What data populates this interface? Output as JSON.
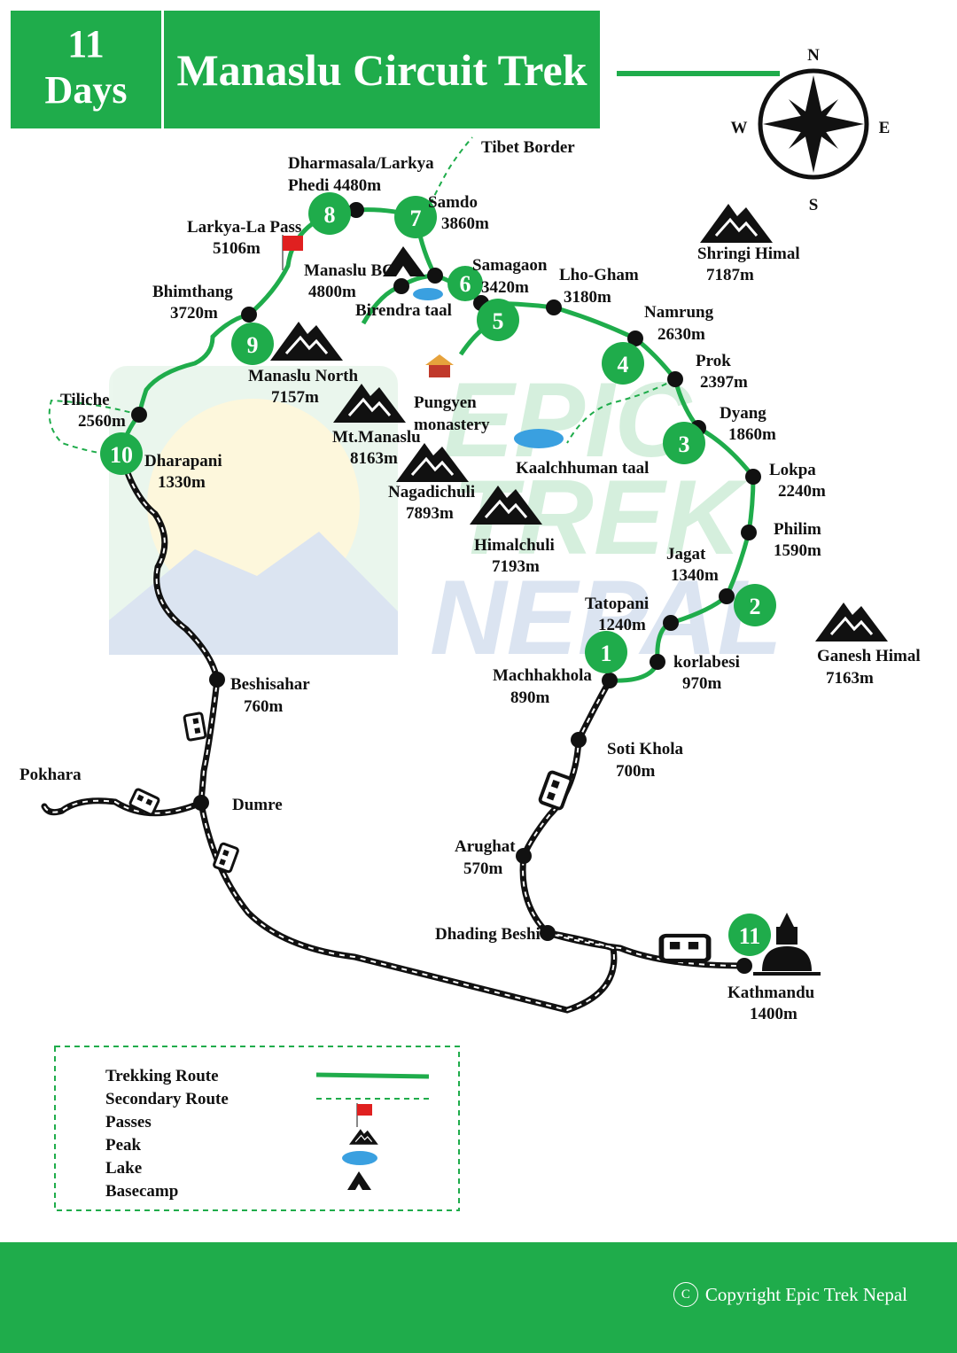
{
  "header": {
    "days_number": "11",
    "days_label": "Days",
    "title": "Manaslu Circuit Trek"
  },
  "compass": {
    "n": "N",
    "e": "E",
    "s": "S",
    "w": "W"
  },
  "watermark": {
    "line1": "EPIC",
    "line2": "TREK",
    "line3": "NEPAL"
  },
  "colors": {
    "route": "#1fac4b",
    "road": "#111111",
    "flag": "#e02020",
    "lake": "#3aa0e0"
  },
  "stages": [
    "1",
    "2",
    "3",
    "4",
    "5",
    "6",
    "7",
    "8",
    "9",
    "10",
    "11"
  ],
  "places": {
    "tibet": "Tibet Border",
    "dharmasala_1": "Dharmasala/Larkya",
    "dharmasala_2": "Phedi 4480m",
    "samdo": "Samdo",
    "samdo_e": "3860m",
    "larkya": "Larkya-La Pass",
    "larkya_e": "5106m",
    "manaslubc": "Manaslu BC",
    "manaslubc_e": "4800m",
    "samagaon": "Samagaon",
    "samagaon_e": "3420m",
    "lhogham": "Lho-Gham",
    "lhogham_e": "3180m",
    "birendra": "Birendra taal",
    "bhimthang": "Bhimthang",
    "bhimthang_e": "3720m",
    "namrung": "Namrung",
    "namrung_e": "2630m",
    "manaslunorth": "Manaslu North",
    "manaslunorth_e": "7157m",
    "prok": "Prok",
    "prok_e": "2397m",
    "pungyen_1": "Pungyen",
    "pungyen_2": "monastery",
    "tiliche": "Tiliche",
    "tiliche_e": "2560m",
    "dyang": "Dyang",
    "dyang_e": "1860m",
    "mtmanaslu": "Mt.Manaslu",
    "mtmanaslu_e": "8163m",
    "dharapani": "Dharapani",
    "dharapani_e": "1330m",
    "kaalchhuman": "Kaalchhuman taal",
    "lokpa": "Lokpa",
    "lokpa_e": "2240m",
    "nagadichuli": "Nagadichuli",
    "nagadichuli_e": "7893m",
    "philim": "Philim",
    "philim_e": "1590m",
    "himalchuli": "Himalchuli",
    "himalchuli_e": "7193m",
    "jagat": "Jagat",
    "jagat_e": "1340m",
    "shringi": "Shringi Himal",
    "shringi_e": "7187m",
    "tatopani": "Tatopani",
    "tatopani_e": "1240m",
    "ganesh": "Ganesh Himal",
    "ganesh_e": "7163m",
    "machhakhola": "Machhakhola",
    "machhakhola_e": "890m",
    "korlabesi": "korlabesi",
    "korlabesi_e": "970m",
    "beshisahar": "Beshisahar",
    "beshisahar_e": "760m",
    "sotikhola": "Soti Khola",
    "sotikhola_e": "700m",
    "pokhara": "Pokhara",
    "dumre": "Dumre",
    "arughat": "Arughat",
    "arughat_e": "570m",
    "dhading": "Dhading Beshi",
    "kathmandu": "Kathmandu",
    "kathmandu_e": "1400m"
  },
  "legend": {
    "items": [
      "Trekking Route",
      "Secondary Route",
      "Passes",
      "Peak",
      "Lake",
      "Basecamp"
    ]
  },
  "footer": {
    "copyright_symbol": "C",
    "copyright": "Copyright Epic Trek Nepal"
  }
}
